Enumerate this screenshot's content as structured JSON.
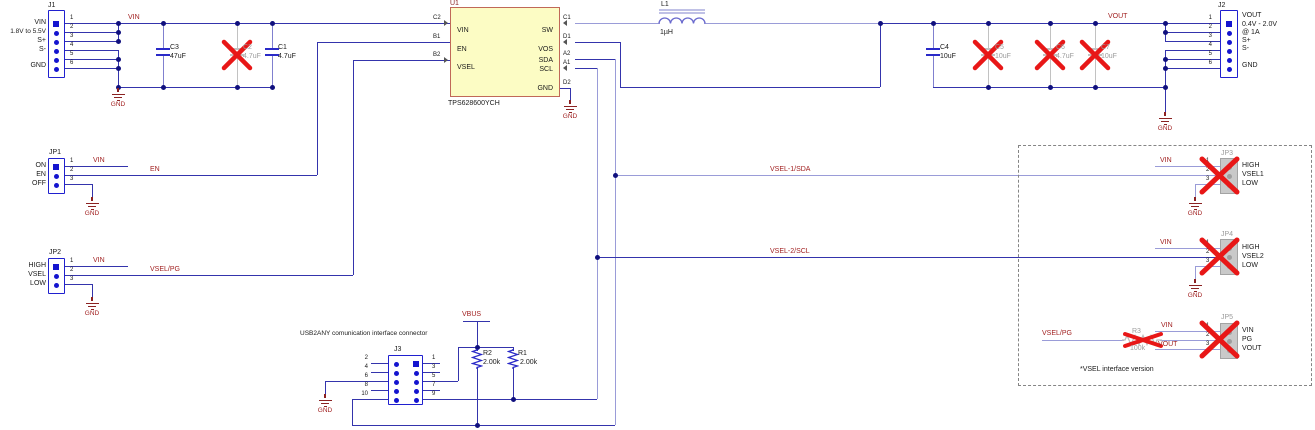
{
  "colors": {
    "wire": "#3434ac",
    "wire_light": "#9a9cd8",
    "net_label": "#a22222",
    "gnd_symbol": "#8b2222",
    "dnp_cross": "#e81717",
    "ic_fill": "#fcfcc4",
    "connector": "#2020cf"
  },
  "nets": {
    "vin": "VIN",
    "vout": "VOUT",
    "en": "EN",
    "vselpg": "VSEL/PG",
    "vsel1": "VSEL-1/SDA",
    "vsel2": "VSEL-2/SCL",
    "vbus": "VBUS",
    "gnd": "GND"
  },
  "j1": {
    "ref": "J1",
    "pins": [
      "1",
      "2",
      "3",
      "4",
      "5",
      "6"
    ],
    "labels": [
      "VIN",
      "1.8V to 5.5V",
      "S+",
      "S-",
      "GND"
    ]
  },
  "j2": {
    "ref": "J2",
    "pins": [
      "1",
      "2",
      "3",
      "4",
      "5",
      "6"
    ],
    "labels": [
      "VOUT",
      "0.4V - 2.0V",
      "@ 1A",
      "S+",
      "S-",
      "GND"
    ]
  },
  "jp1": {
    "ref": "JP1",
    "pins": [
      "1",
      "2",
      "3"
    ],
    "labels": [
      "ON",
      "EN",
      "OFF"
    ]
  },
  "jp2": {
    "ref": "JP2",
    "pins": [
      "1",
      "2",
      "3"
    ],
    "labels": [
      "HIGH",
      "VSEL",
      "LOW"
    ]
  },
  "u1": {
    "ref": "U1",
    "part": "TPS628600YCH",
    "pins_left": [
      {
        "des": "C2",
        "name": "VIN"
      },
      {
        "des": "B1",
        "name": "EN"
      },
      {
        "des": "B2",
        "name": "VSEL"
      }
    ],
    "pins_right": [
      {
        "des": "C1",
        "name": "SW"
      },
      {
        "des": "D1",
        "name": "VOS"
      },
      {
        "des": "A2",
        "name": "SDA"
      },
      {
        "des": "A1",
        "name": "SCL"
      },
      {
        "des": "D2",
        "name": "GND"
      }
    ]
  },
  "l1": {
    "ref": "L1",
    "value": "1µH"
  },
  "caps_in": [
    {
      "ref": "C3",
      "value": "47uF"
    },
    {
      "ref": "C2",
      "value": "4.7uF"
    },
    {
      "ref": "C1",
      "value": "4.7uF"
    }
  ],
  "caps_out": [
    {
      "ref": "C4",
      "value": "10uF"
    },
    {
      "ref": "C5",
      "value": "10uF"
    },
    {
      "ref": "C6",
      "value": "4.7uF"
    },
    {
      "ref": "C7",
      "value": "10uF"
    }
  ],
  "r1": {
    "ref": "R1",
    "value": "2.00k"
  },
  "r2": {
    "ref": "R2",
    "value": "2.00k"
  },
  "j3": {
    "ref": "J3",
    "title": "USB2ANY comunication interface connector",
    "pins_left": [
      "2",
      "4",
      "6",
      "8",
      "10"
    ],
    "pins_right": [
      "1",
      "3",
      "5",
      "7",
      "9"
    ]
  },
  "vsel_box": {
    "note": "*VSEL interface version",
    "jp3": {
      "ref": "JP3",
      "pins": [
        "1",
        "2",
        "3"
      ],
      "labels": [
        "HIGH",
        "VSEL1",
        "LOW"
      ]
    },
    "jp4": {
      "ref": "JP4",
      "pins": [
        "1",
        "2",
        "3"
      ],
      "labels": [
        "HIGH",
        "VSEL2",
        "LOW"
      ]
    },
    "jp5": {
      "ref": "JP5",
      "pins": [
        "1",
        "2",
        "3"
      ],
      "labels": [
        "VIN",
        "PG",
        "VOUT"
      ]
    },
    "r3": {
      "ref": "R3",
      "value": "100k"
    }
  }
}
